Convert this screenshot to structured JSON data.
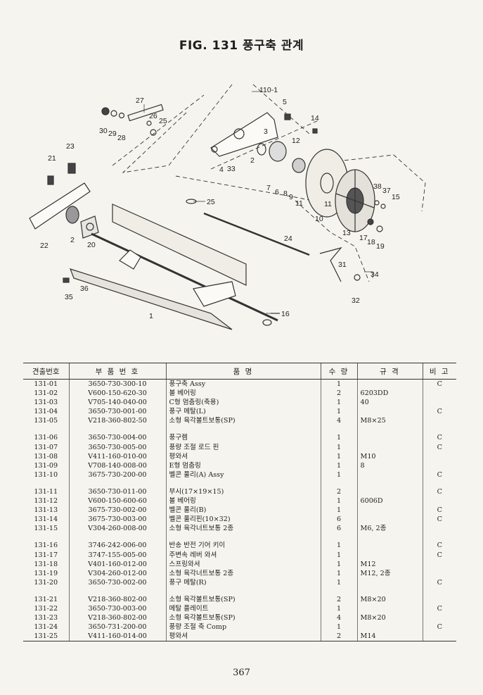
{
  "title": "FIG. 131 풍구축 관계",
  "diagram_labels": {
    "l110": "110-1",
    "l27": "27",
    "l26": "26",
    "l25a": "25",
    "l30": "30",
    "l29": "29",
    "l28": "28",
    "l5": "5",
    "l14": "14",
    "l3": "3",
    "l12": "12",
    "l23": "23",
    "l21": "21",
    "l4": "4",
    "l33": "33",
    "l2a": "2",
    "l7": "7",
    "l6": "6",
    "l8": "8",
    "l9": "9",
    "l11a": "11",
    "l11b": "11",
    "l38": "38",
    "l37": "37",
    "l15": "15",
    "l10": "10",
    "l25b": "25",
    "l22": "22",
    "l2b": "2",
    "l20": "20",
    "l13": "13",
    "l17": "17",
    "l18": "18",
    "l19": "19",
    "l24": "24",
    "l31": "31",
    "l34": "34",
    "l36": "36",
    "l35": "35",
    "l1": "1",
    "l16": "16",
    "l32": "32"
  },
  "table": {
    "headers": [
      "견출번호",
      "부 품 번 호",
      "품 명",
      "수 량",
      "규 격",
      "비 고"
    ],
    "rows": [
      {
        "no": "131-01",
        "part": "3650-730-300-10",
        "name": "풍구축 Assy",
        "qty": "1",
        "spec": "",
        "note": "C"
      },
      {
        "no": "131-02",
        "part": "V600-150-620-30",
        "name": "볼 베어링",
        "qty": "2",
        "spec": "6203DD",
        "note": ""
      },
      {
        "no": "131-03",
        "part": "V705-140-040-00",
        "name": "C형 멈춤링(축용)",
        "qty": "1",
        "spec": "40",
        "note": ""
      },
      {
        "no": "131-04",
        "part": "3650-730-001-00",
        "name": "풍구 메탈(L)",
        "qty": "1",
        "spec": "",
        "note": "C"
      },
      {
        "no": "131-05",
        "part": "V218-360-802-50",
        "name": "소형 육각볼트보통(SP)",
        "qty": "4",
        "spec": "M8×25",
        "note": ""
      },
      {
        "no": "131-06",
        "part": "3650-730-004-00",
        "name": "풍구렘",
        "qty": "1",
        "spec": "",
        "note": "C"
      },
      {
        "no": "131-07",
        "part": "3650-730-005-00",
        "name": "풍량 조절 로드 핀",
        "qty": "1",
        "spec": "",
        "note": "C"
      },
      {
        "no": "131-08",
        "part": "V411-160-010-00",
        "name": "평와셔",
        "qty": "1",
        "spec": "M10",
        "note": ""
      },
      {
        "no": "131-09",
        "part": "V708-140-008-00",
        "name": "E형 멈춤링",
        "qty": "1",
        "spec": "8",
        "note": ""
      },
      {
        "no": "131-10",
        "part": "3675-730-200-00",
        "name": "벨콘 풀리(A) Assy",
        "qty": "1",
        "spec": "",
        "note": "C"
      },
      {
        "no": "131-11",
        "part": "3650-730-011-00",
        "name": "부시(17×19×15)",
        "qty": "2",
        "spec": "",
        "note": "C"
      },
      {
        "no": "131-12",
        "part": "V600-150-600-60",
        "name": "볼 베어링",
        "qty": "1",
        "spec": "6006D",
        "note": ""
      },
      {
        "no": "131-13",
        "part": "3675-730-002-00",
        "name": "벨콘 풀리(B)",
        "qty": "1",
        "spec": "",
        "note": "C"
      },
      {
        "no": "131-14",
        "part": "3675-730-003-00",
        "name": "벨콘 풀리핀(10×32)",
        "qty": "6",
        "spec": "",
        "note": "C"
      },
      {
        "no": "131-15",
        "part": "V304-260-008-00",
        "name": "소형 육각너트보통 2종",
        "qty": "6",
        "spec": "M6, 2종",
        "note": ""
      },
      {
        "no": "131-16",
        "part": "3746-242-006-00",
        "name": "반송 반전 기어 키이",
        "qty": "1",
        "spec": "",
        "note": "C"
      },
      {
        "no": "131-17",
        "part": "3747-155-005-00",
        "name": "주변속 레버 와셔",
        "qty": "1",
        "spec": "",
        "note": "C"
      },
      {
        "no": "131-18",
        "part": "V401-160-012-00",
        "name": "스프링와셔",
        "qty": "1",
        "spec": "M12",
        "note": ""
      },
      {
        "no": "131-19",
        "part": "V304-260-012-00",
        "name": "소형 육각너트보통 2종",
        "qty": "1",
        "spec": "M12, 2종",
        "note": ""
      },
      {
        "no": "131-20",
        "part": "3650-730-002-00",
        "name": "풍구 메탈(R)",
        "qty": "1",
        "spec": "",
        "note": "C"
      },
      {
        "no": "131-21",
        "part": "V218-360-802-00",
        "name": "소형 육각볼트보통(SP)",
        "qty": "2",
        "spec": "M8×20",
        "note": ""
      },
      {
        "no": "131-22",
        "part": "3650-730-003-00",
        "name": "메탈 플레이트",
        "qty": "1",
        "spec": "",
        "note": "C"
      },
      {
        "no": "131-23",
        "part": "V218-360-802-00",
        "name": "소형 육각볼트보통(SP)",
        "qty": "4",
        "spec": "M8×20",
        "note": ""
      },
      {
        "no": "131-24",
        "part": "3650-731-200-00",
        "name": "풍량 조절 축 Comp",
        "qty": "1",
        "spec": "",
        "note": "C"
      },
      {
        "no": "131-25",
        "part": "V411-160-014-00",
        "name": "평와셔",
        "qty": "2",
        "spec": "M14",
        "note": ""
      }
    ]
  },
  "page_number": "367"
}
